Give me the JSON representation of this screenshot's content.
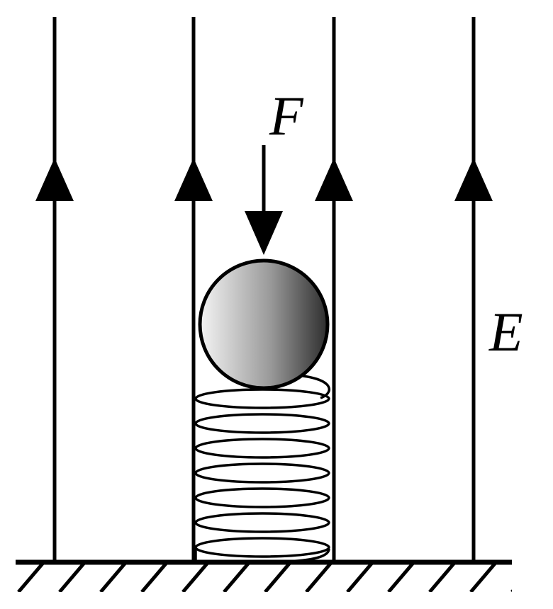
{
  "labels": {
    "force": "F",
    "field": "E"
  },
  "colors": {
    "ink": "#000000",
    "ball_light": "#f2f2f2",
    "ball_dark": "#3a3a3a",
    "background": "#ffffff"
  },
  "field_line_count": 4,
  "spring_coil_count": 7
}
